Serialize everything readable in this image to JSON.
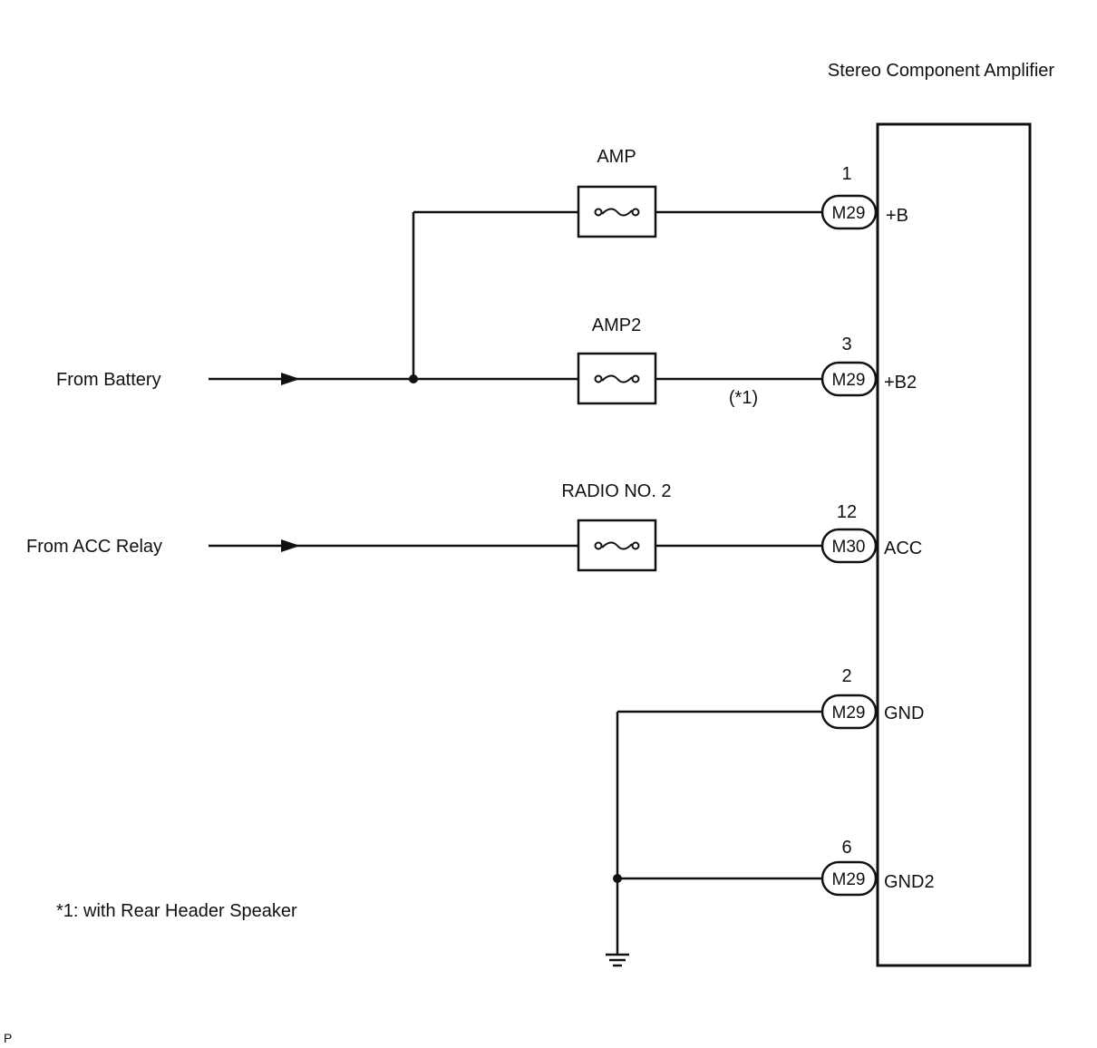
{
  "component": {
    "title": "Stereo Component Amplifier"
  },
  "sources": {
    "battery": "From Battery",
    "acc_relay": "From ACC Relay"
  },
  "fuses": {
    "amp": "AMP",
    "amp2": "AMP2",
    "radio2": "RADIO NO. 2"
  },
  "pins": [
    {
      "number": "1",
      "connector": "M29",
      "signal": "+B"
    },
    {
      "number": "3",
      "connector": "M29",
      "signal": "+B2"
    },
    {
      "number": "12",
      "connector": "M30",
      "signal": "ACC"
    },
    {
      "number": "2",
      "connector": "M29",
      "signal": "GND"
    },
    {
      "number": "6",
      "connector": "M29",
      "signal": "GND2"
    }
  ],
  "notes": {
    "marker": "(*1)",
    "footnote": "*1: with Rear Header Speaker",
    "corner": "P"
  },
  "colors": {
    "line": "#111111",
    "background": "#ffffff"
  }
}
